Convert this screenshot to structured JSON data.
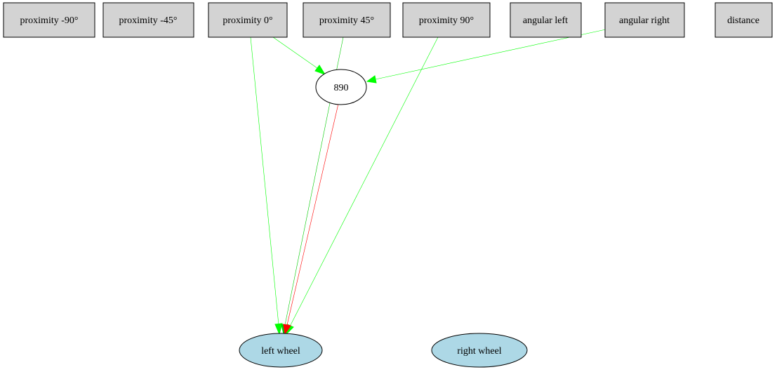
{
  "nodes": {
    "prox_m90": {
      "label": "proximity -90°",
      "kind": "input"
    },
    "prox_m45": {
      "label": "proximity -45°",
      "kind": "input"
    },
    "prox_0": {
      "label": "proximity 0°",
      "kind": "input"
    },
    "prox_45": {
      "label": "proximity 45°",
      "kind": "input"
    },
    "prox_90": {
      "label": "proximity 90°",
      "kind": "input"
    },
    "ang_left": {
      "label": "angular left",
      "kind": "input"
    },
    "ang_right": {
      "label": "angular right",
      "kind": "input"
    },
    "distance": {
      "label": "distance",
      "kind": "input"
    },
    "hidden_890": {
      "label": "890",
      "kind": "hidden"
    },
    "left_wheel": {
      "label": "left wheel",
      "kind": "output"
    },
    "right_wheel": {
      "label": "right wheel",
      "kind": "output"
    }
  },
  "edges": [
    {
      "from": "prox_0",
      "to": "hidden_890",
      "color": "#00ff00"
    },
    {
      "from": "ang_right",
      "to": "hidden_890",
      "color": "#00ff00"
    },
    {
      "from": "prox_0",
      "to": "left_wheel",
      "color": "#00ff00"
    },
    {
      "from": "prox_45",
      "to": "left_wheel",
      "color": "#00cc00"
    },
    {
      "from": "prox_90",
      "to": "left_wheel",
      "color": "#00ff00"
    },
    {
      "from": "hidden_890",
      "to": "left_wheel",
      "color": "#ff0000"
    }
  ]
}
